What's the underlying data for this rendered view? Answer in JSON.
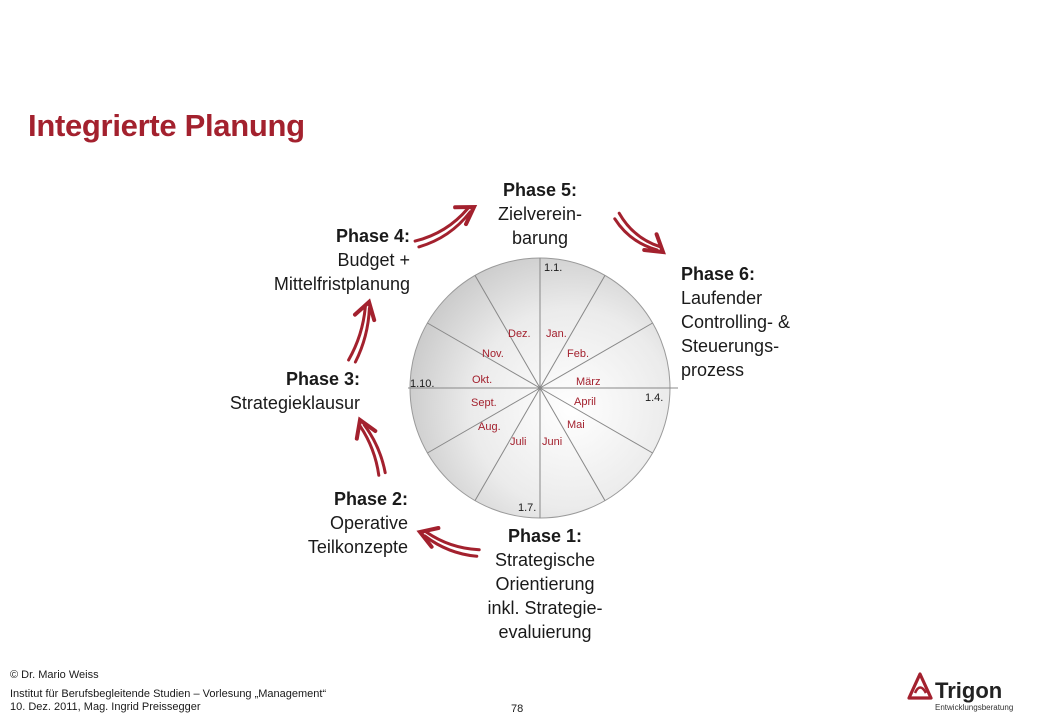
{
  "slide": {
    "title": "Integrierte Planung",
    "accent_color": "#a3212e"
  },
  "phases": [
    {
      "title": "Phase 1:",
      "lines": [
        "Strategische",
        "Orientierung",
        "inkl. Strategie-",
        "evaluierung"
      ]
    },
    {
      "title": "Phase 2:",
      "lines": [
        "Operative",
        "Teilkonzepte"
      ]
    },
    {
      "title": "Phase 3:",
      "lines": [
        "Strategieklausur"
      ]
    },
    {
      "title": "Phase 4:",
      "lines": [
        "Budget +",
        "Mittelfristplanung"
      ]
    },
    {
      "title": "Phase 5:",
      "lines": [
        "Zielverein-",
        "barung"
      ]
    },
    {
      "title": "Phase 6:",
      "lines": [
        "Laufender",
        "Controlling- &",
        "Steuerungs-",
        "prozess"
      ]
    }
  ],
  "wheel": {
    "quarter_labels": [
      "1.1.",
      "1.4.",
      "1.7.",
      "1.10."
    ],
    "months": [
      "Jan.",
      "Feb.",
      "März",
      "April",
      "Mai",
      "Juni",
      "Juli",
      "Aug.",
      "Sept.",
      "Okt.",
      "Nov.",
      "Dez."
    ],
    "month_color": "#a3212e"
  },
  "footer": {
    "copyright": "© Dr. Mario Weiss",
    "institute": "Institut für Berufsbegleitende Studien – Vorlesung „Management“",
    "date_author": "10. Dez. 2011, Mag. Ingrid Preissegger",
    "page_number": "78"
  },
  "logo": {
    "name": "Trigon",
    "subtitle": "Entwicklungsberatung",
    "icon": "trigon-logo-icon"
  }
}
